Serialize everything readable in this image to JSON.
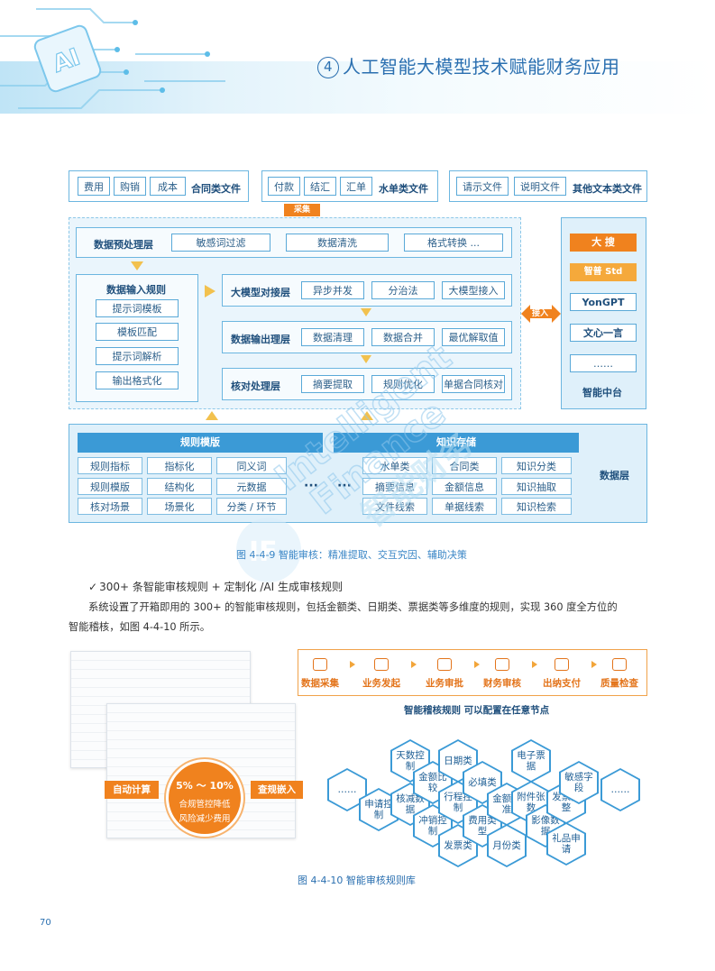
{
  "header": {
    "chapter_number": "4",
    "chapter_title": "人工智能大模型技术赋能财务应用",
    "logo_text": "AI"
  },
  "fig1": {
    "top_groups": [
      {
        "items": [
          "费用",
          "购销",
          "成本"
        ],
        "label": "合同类文件"
      },
      {
        "items": [
          "付款",
          "结汇",
          "汇单"
        ],
        "label": "水单类文件"
      },
      {
        "items": [
          "请示文件",
          "说明文件"
        ],
        "label": "其他文本类文件"
      }
    ],
    "collect_label": "采集",
    "preprocess": {
      "title": "数据预处理层",
      "items": [
        "敏感词过滤",
        "数据清洗",
        "格式转换 ..."
      ]
    },
    "input_rules": {
      "title": "数据输入规则",
      "items": [
        "提示词模板",
        "模板匹配",
        "提示词解析",
        "输出格式化"
      ]
    },
    "model_layer": {
      "title": "大模型对接层",
      "items": [
        "异步并发",
        "分治法",
        "大模型接入"
      ]
    },
    "output_layer": {
      "title": "数据输出理层",
      "items": [
        "数据清理",
        "数据合并",
        "最优解取值"
      ]
    },
    "check_layer": {
      "title": "核对处理层",
      "items": [
        "摘要提取",
        "规则优化",
        "单据合同核对"
      ]
    },
    "access_label": "接入",
    "platform": {
      "title": "智能中台",
      "items": [
        "大 搜",
        "智普 Std",
        "YonGPT",
        "文心一言",
        "……"
      ]
    },
    "data_layer": {
      "title": "数据层",
      "rule_templates": {
        "title": "规则模版",
        "rows": [
          [
            "规则指标",
            "指标化",
            "同义词"
          ],
          [
            "规则模版",
            "结构化",
            "元数据"
          ],
          [
            "核对场景",
            "场景化",
            "分类 / 环节"
          ]
        ]
      },
      "ellipsis": "···",
      "knowledge": {
        "title": "知识存储",
        "rows": [
          [
            "水单类",
            "合同类",
            "知识分类"
          ],
          [
            "摘要信息",
            "金额信息",
            "知识抽取"
          ],
          [
            "文件线索",
            "单据线索",
            "知识检索"
          ]
        ]
      }
    },
    "watermark": {
      "line1": "Intelligent",
      "line2": "Finance",
      "line3": "智能财务",
      "badge": "IF"
    },
    "caption": "图 4-4-9 智能审核：精准提取、交互究因、辅助决策"
  },
  "section": {
    "heading": "300+ 条智能审核规则 + 定制化 /AI 生成审核规则",
    "check": "✓",
    "paragraph_line1": "系统设置了开箱即用的 300+ 的智能审核规则，包括金额类、日期类、票据类等多维度的规则，实现 360 度全方位的",
    "paragraph_line2": "智能稽核，如图 4-4-10 所示。"
  },
  "fig2": {
    "flow": [
      "数据采集",
      "业务发起",
      "业务审批",
      "财务审核",
      "出纳支付",
      "质量检查"
    ],
    "flow_subtitle": "智能稽核规则 可以配置在任意节点",
    "hexagons": [
      "……",
      "申请控制",
      "天数控制",
      "核减数据",
      "金额比较",
      "冲销控制",
      "日期类",
      "行程控制",
      "发票类",
      "必填类",
      "费用类型",
      "金额标准",
      "月份类",
      "电子票据",
      "附件张数",
      "影像数据",
      "发票完整",
      "礼品申请",
      "敏感字段",
      "……"
    ],
    "auto_calc": "自动计算",
    "compliance_embed": "查规嵌入",
    "circle": {
      "pct": "5% ～ 10%",
      "line1": "合规管控降低",
      "line2": "风险减少费用"
    },
    "caption": "图 4-4-10 智能审核规则库"
  },
  "footer": {
    "page_number": "70"
  },
  "colors": {
    "blue": "#3b9ad6",
    "dark_blue": "#1f4f7c",
    "orange": "#f0821e",
    "panel": "#dff0fa"
  }
}
